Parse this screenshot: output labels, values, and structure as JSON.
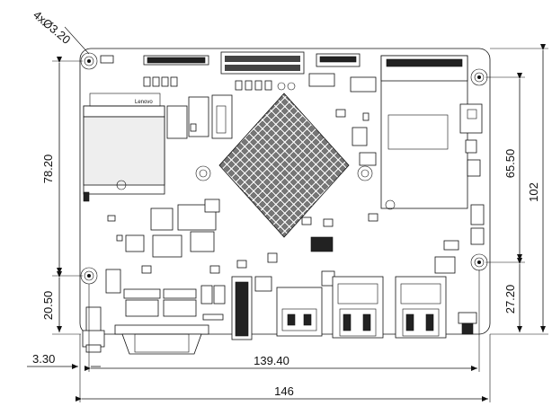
{
  "diagram": {
    "hole_callout": "4xØ3.20",
    "dimensions": {
      "left_vertical_top": "78.20",
      "left_vertical_bottom": "20.50",
      "right_vertical_top": "65.50",
      "right_vertical_bottom": "27.20",
      "right_vertical_total": "102",
      "bottom_small": "3.30",
      "bottom_mid": "139.40",
      "bottom_total": "146"
    },
    "labels": {
      "ssd_brand": "Lenovo"
    }
  }
}
